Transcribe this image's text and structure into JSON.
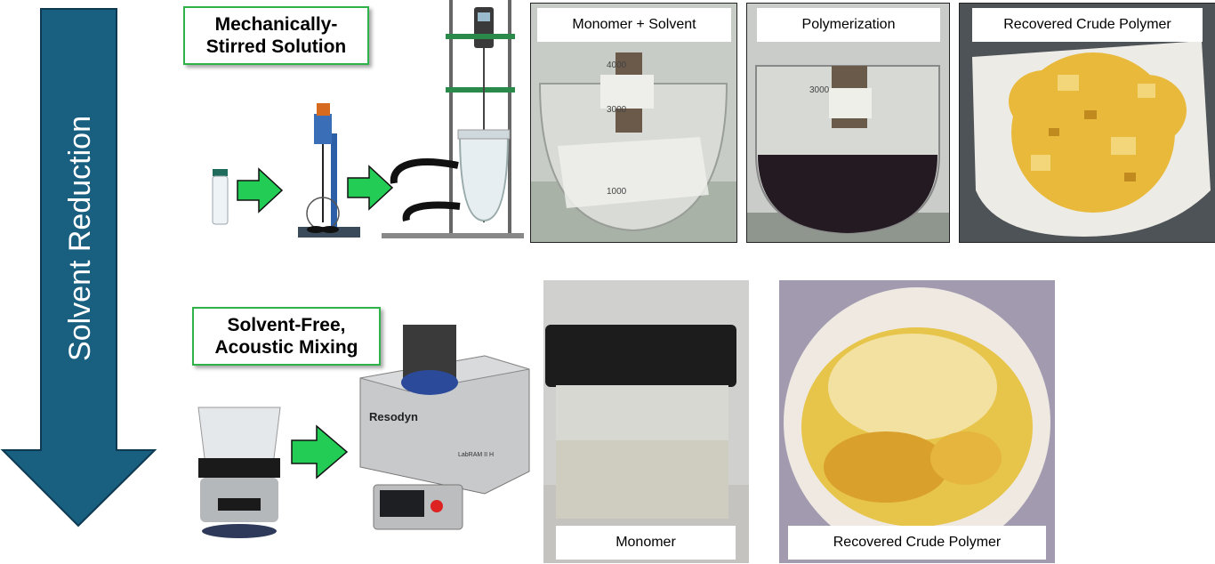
{
  "side_arrow": {
    "label": "Solvent Reduction",
    "color": "#195f7f"
  },
  "top_row": {
    "title_line1": "Mechanically-",
    "title_line2": "Stirred Solution",
    "photos": [
      {
        "caption": "Monomer + Solvent"
      },
      {
        "caption": "Polymerization"
      },
      {
        "caption": "Recovered Crude Polymer"
      }
    ]
  },
  "bottom_row": {
    "title_line1": "Solvent-Free,",
    "title_line2": "Acoustic Mixing",
    "device_brand": "Resodyn",
    "device_model": "LabRAM II H",
    "photos": [
      {
        "caption": "Monomer"
      },
      {
        "caption": "Recovered Crude Polymer"
      }
    ]
  },
  "colors": {
    "accent_green": "#2fb24a",
    "arrow_green": "#22cc55",
    "arrow_blue": "#195f7f"
  }
}
